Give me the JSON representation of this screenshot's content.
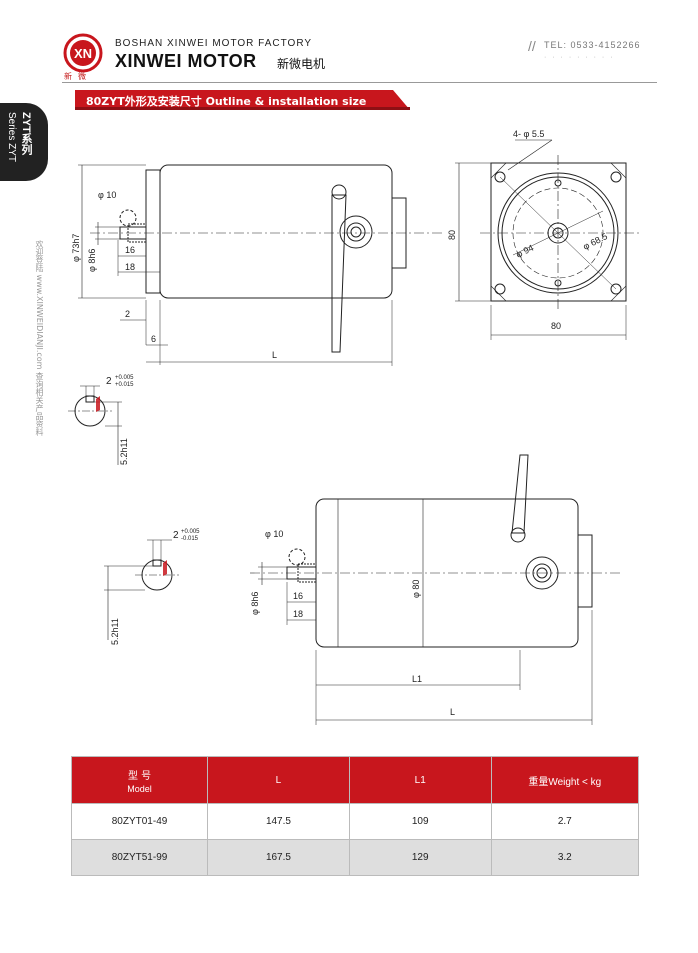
{
  "header": {
    "logo_text": "XN",
    "logo_sub": "新微",
    "company": "BOSHAN XINWEI MOTOR FACTORY",
    "brand": "XINWEI MOTOR",
    "brand_cn": "新微电机",
    "tel": "TEL: 0533-4152266",
    "tel_line2": "· · · · · · · · ·",
    "colors": {
      "accent": "#c8161d",
      "dark": "#222222"
    }
  },
  "sidebar": {
    "series_cn": "ZYT系列",
    "series_en": "Series ZYT",
    "website": "欢迎登陆 www.XINWEIDIANJI.com 查询相关产品资料"
  },
  "section": {
    "title": "80ZYT外形及安装尺寸 Outline & installation size"
  },
  "drawing": {
    "top_view": {
      "shaft_dia": "φ 10",
      "flange_dia": "φ 73h7",
      "shaft_fit": "φ 8h6",
      "dim_16": "16",
      "dim_18": "18",
      "dim_2": "2",
      "dim_6": "6",
      "length": "L"
    },
    "end_view": {
      "holes": "4- φ 5.5",
      "pcd": "φ 94",
      "pilot": "φ 68.5",
      "height": "80",
      "width": "80"
    },
    "key_section_1": {
      "key_width": "2",
      "tol_upper": "+0.005",
      "tol_lower": "+0.015",
      "key_depth": "5.2h11"
    },
    "key_section_2": {
      "key_width": "2",
      "tol_upper": "+0.005",
      "tol_lower": "-0.015",
      "key_depth": "5.2h11"
    },
    "bottom_view": {
      "shaft_dia": "φ 10",
      "shaft_fit": "φ 8h6",
      "body_dia": "φ 80",
      "dim_16": "16",
      "dim_18": "18",
      "l1": "L1",
      "length": "L"
    }
  },
  "table": {
    "headers": {
      "model_cn": "型 号",
      "model_en": "Model",
      "l": "L",
      "l1": "L1",
      "weight": "重量Weight < kg"
    },
    "rows": [
      {
        "model": "80ZYT01-49",
        "l": "147.5",
        "l1": "109",
        "weight": "2.7"
      },
      {
        "model": "80ZYT51-99",
        "l": "167.5",
        "l1": "129",
        "weight": "3.2"
      }
    ]
  }
}
